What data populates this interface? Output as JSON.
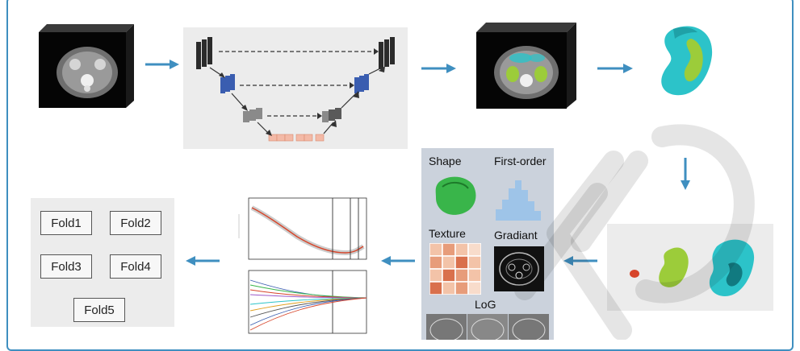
{
  "features": {
    "shape_label": "Shape",
    "first_order_label": "First-order",
    "texture_label": "Texture",
    "gradiant_label": "Gradiant",
    "log_label": "LoG"
  },
  "folds": [
    "Fold1",
    "Fold2",
    "Fold3",
    "Fold4",
    "Fold5"
  ],
  "colors": {
    "arrow": "#3f8fc0",
    "frame": "#3f8fc0",
    "panel": "#ececec",
    "feature_panel": "#cbd2dc",
    "seg_cyan": "#2cc3c9",
    "seg_green": "#9ccc3a",
    "seg_red": "#d7452a",
    "unet_dark": "#2b2b2b",
    "unet_blue": "#3a5db0",
    "unet_grey": "#8a8a8a",
    "unet_pink": "#f3b9a6"
  },
  "icons": [
    "ct-volume-icon",
    "unet-diagram-icon",
    "segmented-volume-icon",
    "kidney-3d-icon",
    "lasso-plot-icon",
    "watermark-icon"
  ]
}
